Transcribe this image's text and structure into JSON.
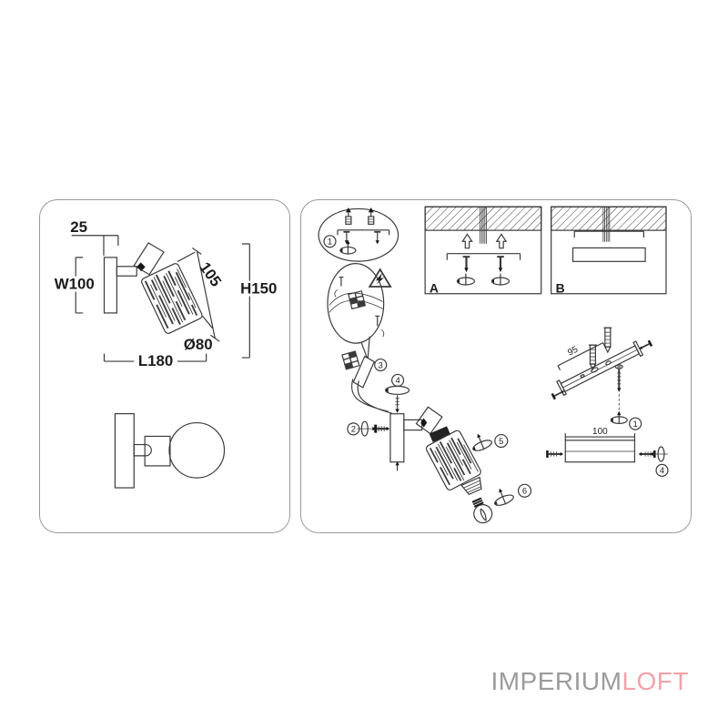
{
  "spec_panel": {
    "dim_depth": "25",
    "dim_width": "W100",
    "dim_shade_length": "105",
    "dim_height": "H150",
    "dim_diameter": "Ø80",
    "dim_length": "L180"
  },
  "install_panel": {
    "step_1": "1",
    "step_2": "2",
    "step_3": "3",
    "step_4": "4",
    "step_5": "5",
    "step_6": "6",
    "mount_option_a": "A",
    "mount_option_b": "B",
    "dim_hole_spacing": "95",
    "dim_plate_length": "100"
  },
  "brand": {
    "name_primary": "IMPERIUM",
    "name_secondary": "LOFT"
  },
  "colors": {
    "ink": "#3a3a3a",
    "panel_border": "#9a9a9a",
    "logo_gray": "#9b9b9d",
    "logo_pink": "#f0a4aa",
    "background": "#ffffff"
  }
}
